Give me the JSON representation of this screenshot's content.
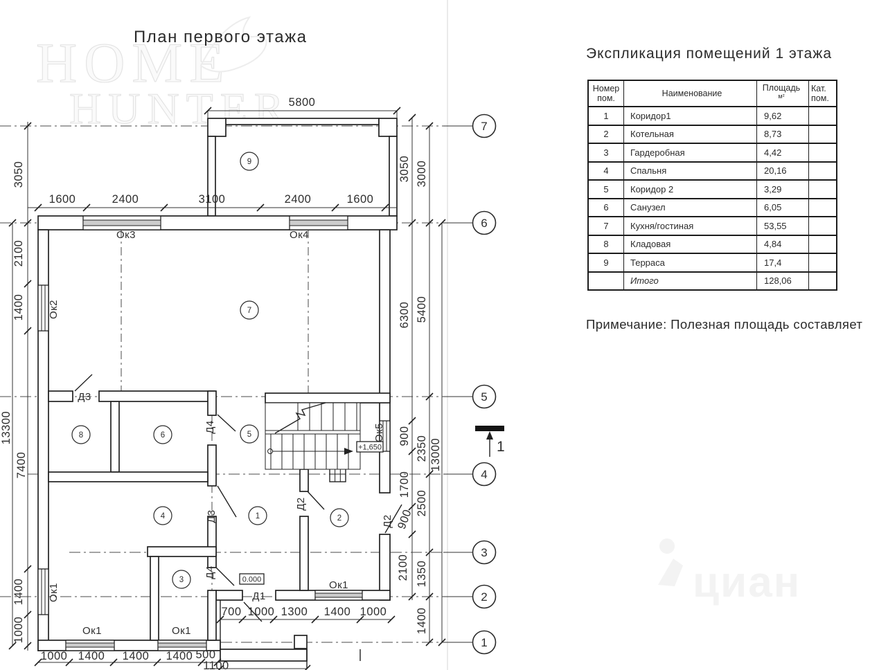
{
  "title": "План первого этажа",
  "watermark": {
    "line1": "HOME",
    "line2": "HUNTER",
    "cian": "циан"
  },
  "table": {
    "title": "Экспликация помещений 1 этажа",
    "header": {
      "col1a": "Номер",
      "col1b": "пом.",
      "col2": "Наименование",
      "col3a": "Площадь",
      "col3b": "м²",
      "col4a": "Кат.",
      "col4b": "пом."
    },
    "rows": [
      {
        "n": "1",
        "name": "Коридор1",
        "area": "9,62",
        "cat": ""
      },
      {
        "n": "2",
        "name": "Котельная",
        "area": "8,73",
        "cat": ""
      },
      {
        "n": "3",
        "name": "Гардеробная",
        "area": "4,42",
        "cat": ""
      },
      {
        "n": "4",
        "name": "Спальня",
        "area": "20,16",
        "cat": ""
      },
      {
        "n": "5",
        "name": "Коридор 2",
        "area": "3,29",
        "cat": ""
      },
      {
        "n": "6",
        "name": "Санузел",
        "area": "6,05",
        "cat": ""
      },
      {
        "n": "7",
        "name": "Кухня/гостиная",
        "area": "53,55",
        "cat": ""
      },
      {
        "n": "8",
        "name": "Кладовая",
        "area": "4,84",
        "cat": ""
      },
      {
        "n": "9",
        "name": "Терраса",
        "area": "17,4",
        "cat": ""
      },
      {
        "n": "",
        "name": "Итого",
        "area": "128,06",
        "cat": ""
      }
    ]
  },
  "note": "Примечание: Полезная площадь составляет",
  "plan": {
    "axes": {
      "a1": "1",
      "a2": "2",
      "a3": "3",
      "a4": "4",
      "a5": "5",
      "a6": "6",
      "a7": "7"
    },
    "rooms": {
      "r1": "1",
      "r2": "2",
      "r3": "3",
      "r4": "4",
      "r5": "5",
      "r6": "6",
      "r7": "7",
      "r8": "8",
      "r9": "9"
    },
    "dims": {
      "d5800": "5800",
      "d3050": "3050",
      "d3000": "3000",
      "d1600": "1600",
      "d2400": "2400",
      "d3100": "3100",
      "d2100": "2100",
      "d1400": "1400",
      "d1000": "1000",
      "d13300": "13300",
      "d7400": "7400",
      "d6300": "6300",
      "d5400": "5400",
      "d900": "900",
      "d2350": "2350",
      "d1700": "1700",
      "d13000": "13000",
      "d2500": "2500",
      "d1350": "1350",
      "d700": "700",
      "d1300": "1300",
      "d500": "500",
      "d1100": "1100"
    },
    "windows": {
      "ok1": "Ок1",
      "ok2": "Ок2",
      "ok3": "Ок3",
      "ok4": "Ок4",
      "ok5": "Ок5"
    },
    "doors": {
      "d1": "Д1",
      "d2": "Д2",
      "d3": "Д3",
      "d4": "Д4"
    },
    "marks": {
      "zero": "0.000",
      "mid": "+1,650",
      "section": "1"
    }
  }
}
